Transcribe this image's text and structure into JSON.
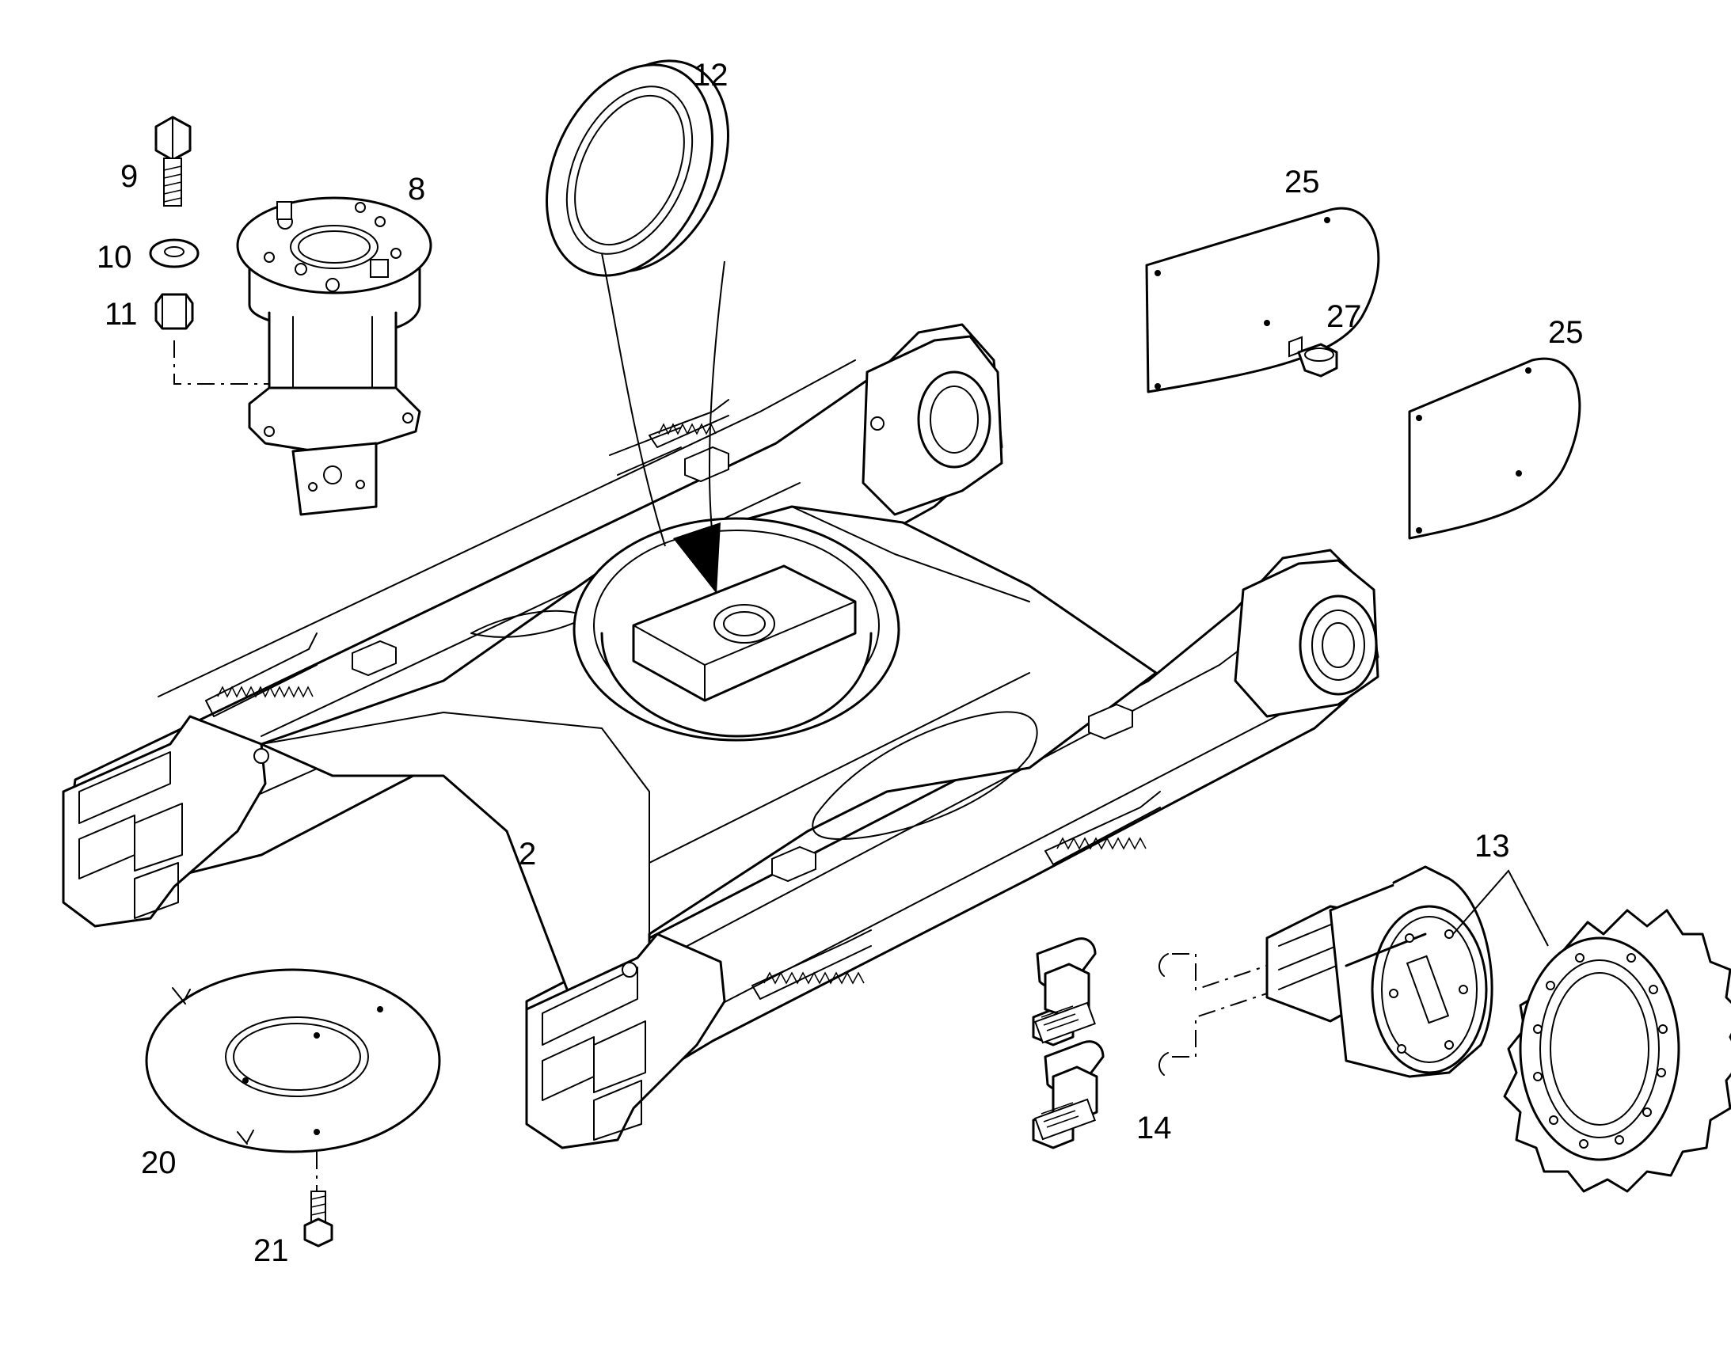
{
  "diagram": {
    "callouts": [
      {
        "id": "c9",
        "text": "9"
      },
      {
        "id": "c10",
        "text": "10"
      },
      {
        "id": "c11",
        "text": "11"
      },
      {
        "id": "c8",
        "text": "8"
      },
      {
        "id": "c12",
        "text": "12"
      },
      {
        "id": "c25a",
        "text": "25"
      },
      {
        "id": "c27",
        "text": "27"
      },
      {
        "id": "c25b",
        "text": "25"
      },
      {
        "id": "c2",
        "text": "2"
      },
      {
        "id": "c13",
        "text": "13"
      },
      {
        "id": "c14",
        "text": "14"
      },
      {
        "id": "c20",
        "text": "20"
      },
      {
        "id": "c21",
        "text": "21"
      }
    ]
  }
}
